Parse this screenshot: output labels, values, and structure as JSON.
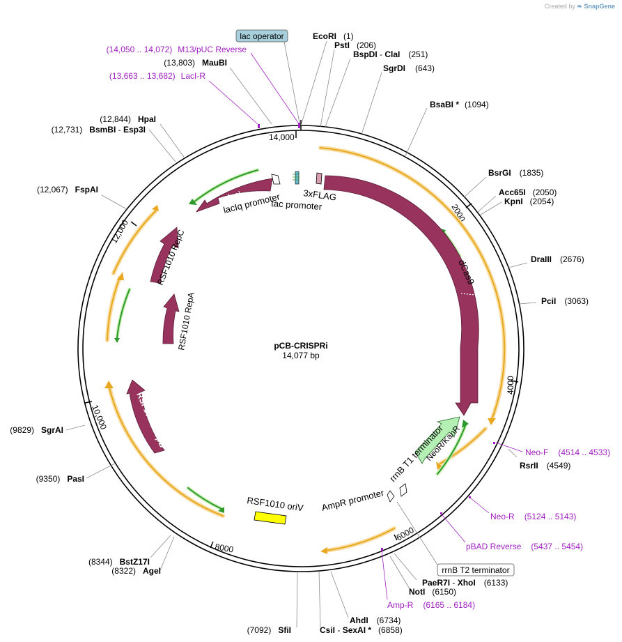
{
  "watermark": {
    "prefix": "Created by",
    "brand": "SnapGene"
  },
  "plasmid": {
    "name": "pCB-CRISPRi",
    "length_label": "14,077 bp"
  },
  "ticks": [
    "14,000",
    "2000",
    "4000",
    "6000",
    "8000",
    "10,000",
    "12,000"
  ],
  "enzymes": {
    "ecori": {
      "name": "EcoRI",
      "pos": "(1)"
    },
    "psti": {
      "name": "PstI",
      "pos": "(206)"
    },
    "bspdi": {
      "name": "BspDI",
      "sep": " - ",
      "name2": "ClaI",
      "pos": "(251)"
    },
    "sgrdi": {
      "name": "SgrDI",
      "pos": "(643)"
    },
    "bsabi": {
      "name": "BsaBI *",
      "pos": "(1094)"
    },
    "bsrgi": {
      "name": "BsrGI",
      "pos": "(1835)"
    },
    "acc65i": {
      "name": "Acc65I",
      "pos": "(2050)"
    },
    "kpni": {
      "name": "KpnI",
      "pos": "(2054)"
    },
    "draiii": {
      "name": "DraIII",
      "pos": "(2676)"
    },
    "pcii": {
      "name": "PciI",
      "pos": "(3063)"
    },
    "rsrii": {
      "name": "RsrII",
      "pos": "(4549)"
    },
    "paer7i": {
      "name": "PaeR7I",
      "sep": " - ",
      "name2": "XhoI",
      "pos": "(6133)"
    },
    "noti": {
      "name": "NotI",
      "pos": "(6150)"
    },
    "ahdi": {
      "name": "AhdI",
      "pos": "(6734)"
    },
    "csii": {
      "name": "CsiI",
      "sep": " - ",
      "name2": "SexAI *",
      "pos": "(6858)"
    },
    "sfii": {
      "name": "SfiI",
      "pos": "(7092)"
    },
    "agei": {
      "name": "AgeI",
      "pos": "(8322)"
    },
    "bstz17i": {
      "name": "BstZ17I",
      "pos": "(8344)"
    },
    "pasi": {
      "name": "PasI",
      "pos": "(9350)"
    },
    "sgrai": {
      "name": "SgrAI",
      "pos": "(9829)"
    },
    "fspai": {
      "name": "FspAI",
      "pos": "(12,067)"
    },
    "bsmbi": {
      "name": "BsmBI",
      "sep": " - ",
      "name2": "Esp3I",
      "pos": "(12,731)"
    },
    "hpai": {
      "name": "HpaI",
      "pos": "(12,844)"
    },
    "maubi": {
      "name": "MauBI",
      "pos": "(13,803)"
    }
  },
  "primers": {
    "m13": {
      "range": "(14,050 .. 14,072)",
      "name": "M13/pUC Reverse"
    },
    "lacir": {
      "range": "(13,663 .. 13,682)",
      "name": "LacI-R"
    },
    "neof": {
      "name": "Neo-F",
      "range": "(4514 .. 4533)"
    },
    "neor": {
      "name": "Neo-R",
      "range": "(5124 .. 5143)"
    },
    "pbad": {
      "name": "pBAD Reverse",
      "range": "(5437 .. 5454)"
    },
    "ampr": {
      "name": "Amp-R",
      "range": "(6165 .. 6184)"
    }
  },
  "boxed": {
    "lac_operator": "lac operator",
    "rrnb_t2": "rrnB T2 terminator"
  },
  "features": {
    "laci": "lacI",
    "laciq": "lacIq promoter",
    "tac": "tac promoter",
    "flag": "3xFLAG",
    "dcas9": "dCas9",
    "neokan": "NeoR/KanR",
    "rrnb_t1": "rrnB T1 terminator",
    "ampr_promoter": "AmpR promoter",
    "orIV": "RSF1010 oriV",
    "repc": "RSF1010 RepC",
    "repa": "RSF1010 RepA",
    "repb": "RSF1010 RepB"
  },
  "colors": {
    "cds": "#98335e",
    "cds_label": "#ffffff",
    "orf": "#e8a820",
    "orf_glow": "#f8dca0",
    "green": "#2e9a2e",
    "neokan": "#b4f0b4",
    "orIV": "#ffff00",
    "primer": "#a020c0",
    "lac_operator_box": "#a8d0dc"
  }
}
